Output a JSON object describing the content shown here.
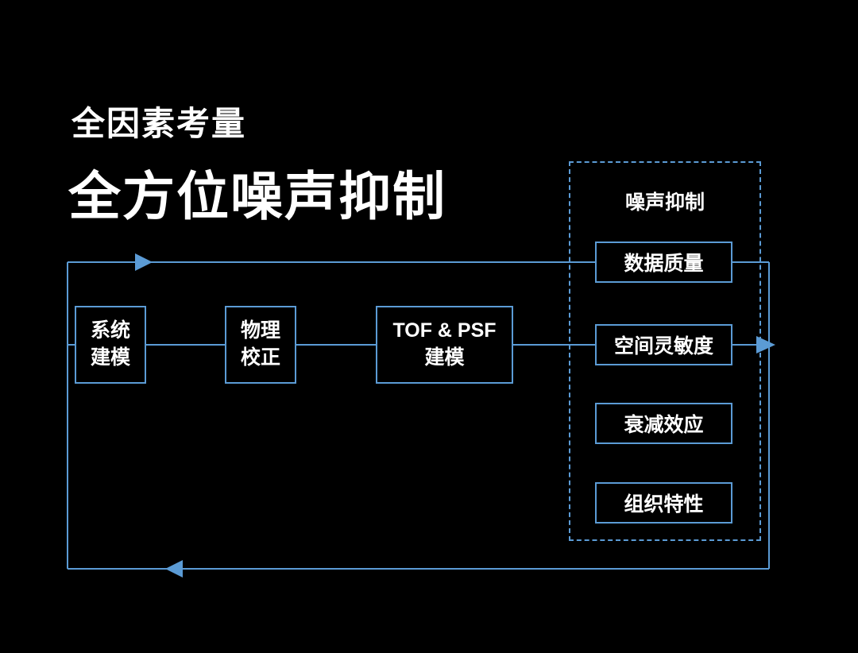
{
  "header": {
    "subtitle": "全因素考量",
    "title": "全方位噪声抑制"
  },
  "diagram": {
    "group_label": "噪声抑制",
    "pipeline": [
      {
        "line1": "系统",
        "line2": "建模"
      },
      {
        "line1": "物理",
        "line2": "校正"
      },
      {
        "line1": "TOF & PSF",
        "line2": "建模"
      }
    ],
    "factors": [
      "数据质量",
      "空间灵敏度",
      "衰减效应",
      "组织特性"
    ],
    "colors": {
      "line": "#5b9bd5",
      "text": "#ffffff",
      "background": "#000000"
    }
  }
}
